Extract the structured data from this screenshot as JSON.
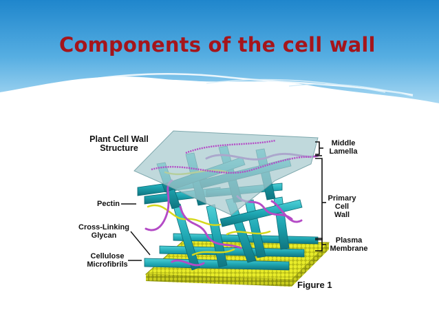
{
  "slide": {
    "title": "Components of the cell wall",
    "colors": {
      "title": "#a5151b",
      "header_top": "#1f86cc",
      "header_bottom": "#8cc8ec",
      "cellulose": "#1fa7b3",
      "pectin": "#b44bc6",
      "glycan": "#d6d81c",
      "middle_lamella": "#9fc2c6"
    }
  },
  "diagram": {
    "heading_line1": "Plant Cell Wall",
    "heading_line2": "Structure",
    "labels": {
      "pectin": "Pectin",
      "cross_linking_line1": "Cross-Linking",
      "cross_linking_line2": "Glycan",
      "cellulose_line1": "Cellulose",
      "cellulose_line2": "Microfibrils",
      "middle_lamella_line1": "Middle",
      "middle_lamella_line2": "Lamella",
      "primary_wall_line1": "Primary",
      "primary_wall_line2": "Cell",
      "primary_wall_line3": "Wall",
      "plasma_membrane_line1": "Plasma",
      "plasma_membrane_line2": "Membrane"
    },
    "caption": "Figure 1"
  }
}
